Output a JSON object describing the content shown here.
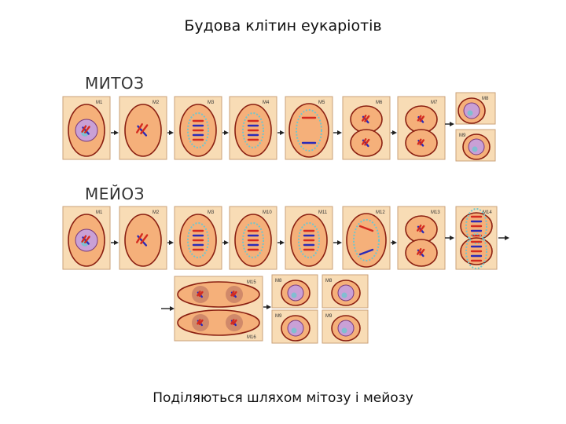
{
  "title": "Будова клітин еукаріотів",
  "caption": "Поділяються шляхом мітозу і мейозу",
  "colors": {
    "panel_bg": "#f8dcb5",
    "panel_border": "#caa27a",
    "cell_fill": "#f5b07a",
    "cell_border": "#8a1f11",
    "nucleus_fill": "#c9a0d6",
    "spindle": "#6fc6cf",
    "chrom_red": "#d42a1f",
    "chrom_blue": "#2a2ab8"
  },
  "mitosis": {
    "heading": "МИТОЗ",
    "panels": [
      {
        "label": "M1"
      },
      {
        "label": "M2"
      },
      {
        "label": "M3"
      },
      {
        "label": "M4"
      },
      {
        "label": "M5"
      },
      {
        "label": "M6"
      },
      {
        "label": "M7"
      },
      {
        "label": "M8"
      },
      {
        "label": "M9"
      }
    ]
  },
  "meiosis": {
    "heading": "МЕЙОЗ",
    "panels": [
      {
        "label": "M1"
      },
      {
        "label": "M2"
      },
      {
        "label": "M3"
      },
      {
        "label": "M10"
      },
      {
        "label": "M11"
      },
      {
        "label": "M12"
      },
      {
        "label": "M13"
      },
      {
        "label": "M14"
      },
      {
        "label": "M15"
      },
      {
        "label": "M16"
      },
      {
        "label": "M8"
      },
      {
        "label": "M8"
      },
      {
        "label": "M9"
      },
      {
        "label": "M9"
      }
    ]
  }
}
